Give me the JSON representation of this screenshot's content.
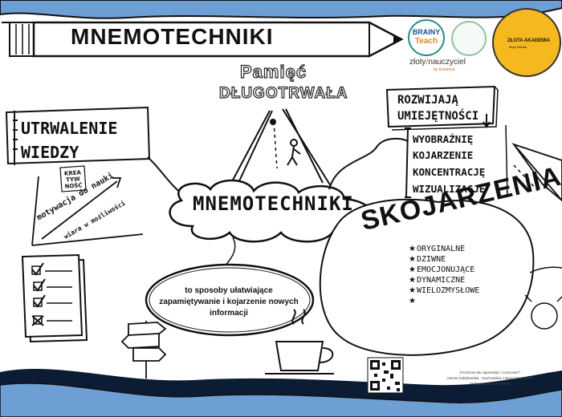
{
  "header": {
    "title": "MNEMOTECHNIKI",
    "badge_brainy_line1": "BRAINY",
    "badge_brainy_line2": "Teach",
    "teacher_brand_part1": "złoty",
    "teacher_brand_slash": "/",
    "teacher_brand_part2": "nauczyciel",
    "teacher_brand_sub": "by Erasmus",
    "akademia_title": "ZŁOTA AKADEMIA",
    "akademia_sub": "Moja Szkoła"
  },
  "memory_heading": {
    "line1": "Pamięć",
    "line2": "DŁUGOTRWAŁA"
  },
  "consolidation": {
    "line1": "UTRWALENIE",
    "line2": "WIEDZY",
    "creativity": [
      "KREA",
      "TYW",
      "NOŚĆ"
    ],
    "motivation": "motywacja do nauki",
    "belief": "wiara w możliwości"
  },
  "center_word": "MNEMOTECHNIKI",
  "skills": {
    "heading_line1": "ROZWIJAJĄ",
    "heading_line2": "UMIEJĘTNOŚCI",
    "items": [
      "WYOBRAŹNIĘ",
      "KOJARZENIE",
      "KONCENTRACJĘ",
      "WIZUALIZACJĘ"
    ]
  },
  "associations": {
    "heading": "SKOJARZENIA",
    "items": [
      "ORYGINALNE",
      "DZIWNE",
      "EMOCJONUJĄCE",
      "DYNAMICZNE",
      "WIELOZMYSŁOWE",
      ""
    ]
  },
  "definition": "to sposoby ułatwiające zapamiętywanie i kojarzenie nowych informacji",
  "credits": {
    "line1": "„Pomóżmy Mu zapamiętać i zrozumieć!\"",
    "line2": "Joanna Gołębiowska - Szychowska, Łukasz Szychowski",
    "line3": "Wydawnictwo HARMONIA"
  },
  "colors": {
    "wave_blue": "#6d9fd4",
    "wave_dark": "#0c1c34",
    "akademia_yellow": "#f6b81f",
    "brand_orange": "#e08a1e"
  }
}
